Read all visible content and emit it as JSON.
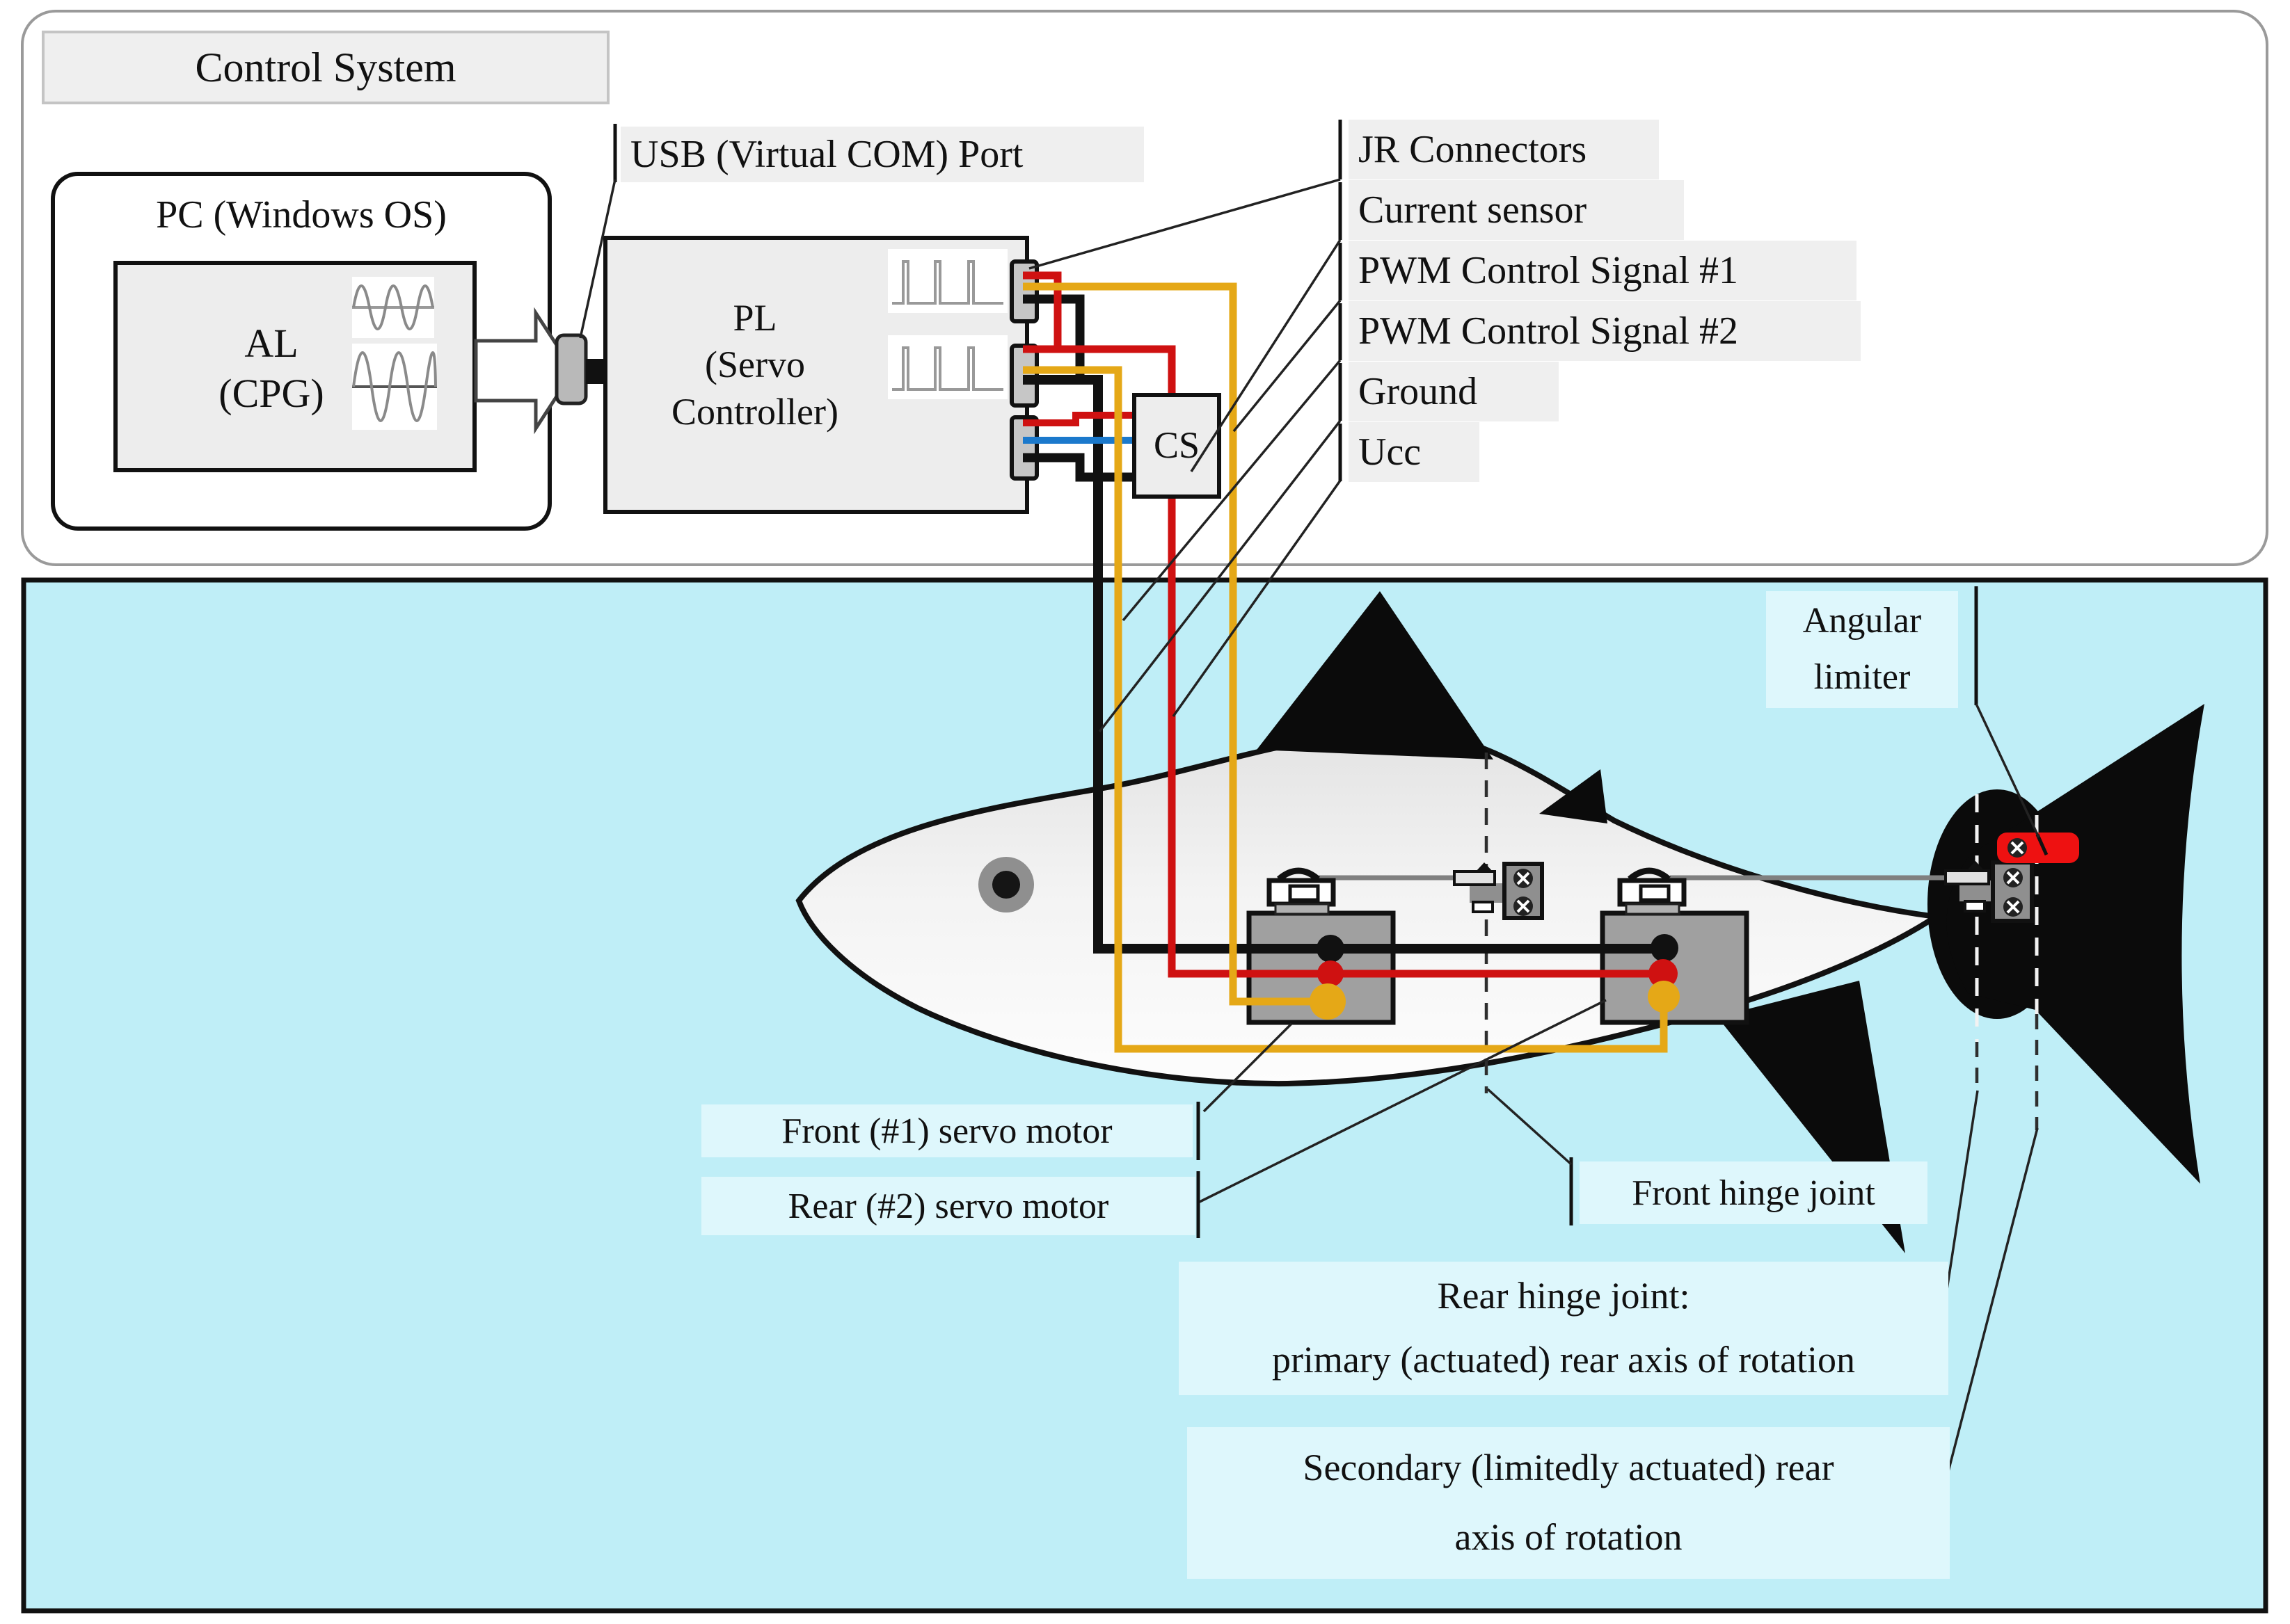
{
  "colors": {
    "water_panel_bg": "#bfeef7",
    "fish_label_bg": "#def7fc",
    "control_label_bg": "#efefef",
    "wire_red": "#cf1111",
    "wire_yellow": "#e5a817",
    "wire_black": "#111111",
    "wire_blue": "#1b79cc",
    "angular_limiter_red": "#ee1111",
    "servo_gray": "#a0a0a0",
    "fish_fin_black": "#0b0b0b"
  },
  "control_system": {
    "title": "Control System",
    "pc_label": "PC (Windows OS)",
    "al_lines": [
      "AL",
      "(CPG)"
    ],
    "pl_lines": [
      "PL",
      "(Servo",
      "Controller)"
    ],
    "cs_label": "CS",
    "usb_label": "USB (Virtual COM) Port",
    "signal_labels": [
      {
        "label": "JR Connectors"
      },
      {
        "label": "Current sensor"
      },
      {
        "label": "PWM Control Signal #1"
      },
      {
        "label": "PWM Control Signal #2"
      },
      {
        "label": "Ground"
      },
      {
        "label": "Ucc"
      }
    ]
  },
  "fish_section": {
    "angular_limiter_lines": [
      "Angular",
      "limiter"
    ],
    "front_servo_label": "Front (#1) servo motor",
    "rear_servo_label": "Rear (#2) servo motor",
    "front_hinge_label": "Front hinge joint",
    "rear_hinge_lines": [
      "Rear hinge joint:",
      "primary (actuated) rear axis of rotation"
    ],
    "secondary_axis_lines": [
      "Secondary (limitedly actuated) rear",
      "axis of rotation"
    ]
  },
  "icons": {
    "al_output_icons": "sine-wave-icon",
    "pl_output_icons": "pwm-pulse-icon",
    "al_to_pl_arrow": "block-arrow-icon",
    "usb_plug": "usb-connector-icon",
    "jr_plugs": "jr-connector-tab-icon",
    "screws": "screw-head-icon",
    "eye": "fish-eye-icon"
  }
}
